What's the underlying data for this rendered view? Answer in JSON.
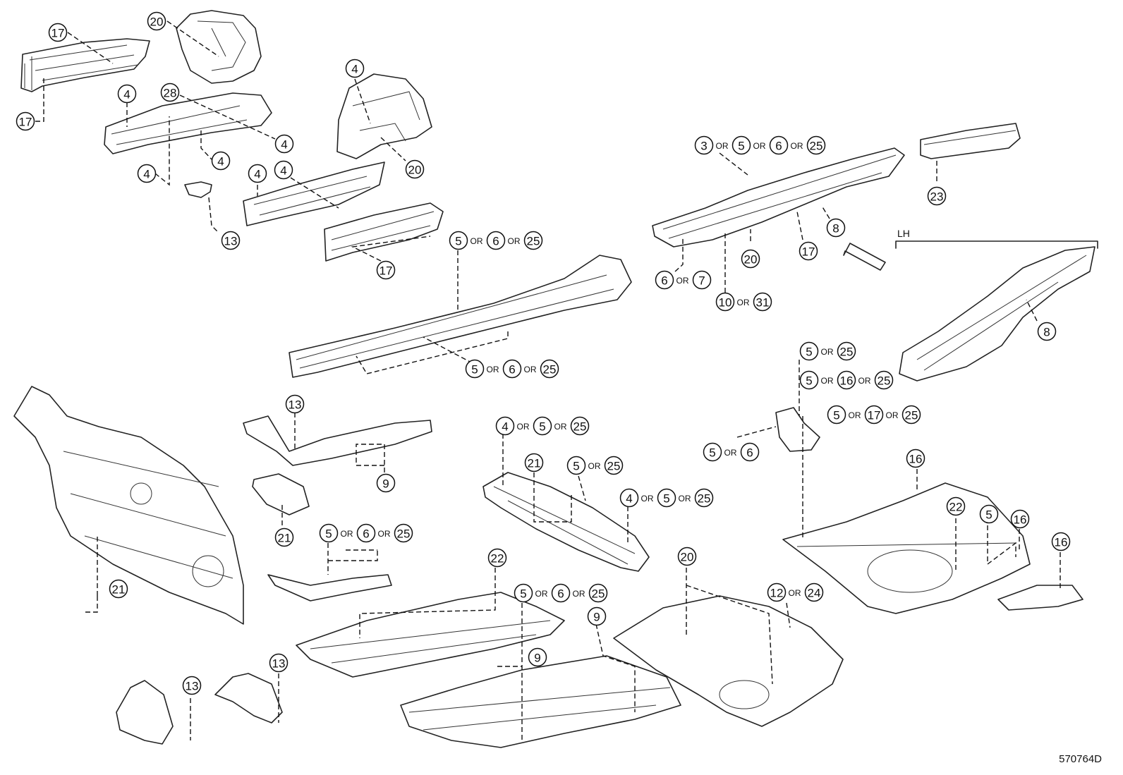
{
  "figure_code": "570764D",
  "side_label": "LH",
  "callouts": [
    {
      "id": "c1",
      "parts": [
        "17"
      ]
    },
    {
      "id": "c2",
      "parts": [
        "20"
      ]
    },
    {
      "id": "c3",
      "parts": [
        "17"
      ]
    },
    {
      "id": "c4",
      "parts": [
        "4"
      ]
    },
    {
      "id": "c5",
      "parts": [
        "28"
      ]
    },
    {
      "id": "c6",
      "parts": [
        "4"
      ]
    },
    {
      "id": "c7",
      "parts": [
        "4"
      ]
    },
    {
      "id": "c8",
      "parts": [
        "4"
      ]
    },
    {
      "id": "c9",
      "parts": [
        "4"
      ]
    },
    {
      "id": "c10",
      "parts": [
        "20"
      ]
    },
    {
      "id": "c11",
      "parts": [
        "4"
      ]
    },
    {
      "id": "c12",
      "parts": [
        "4"
      ]
    },
    {
      "id": "c13",
      "parts": [
        "13"
      ]
    },
    {
      "id": "c14",
      "parts": [
        "17"
      ]
    },
    {
      "id": "c15",
      "parts": [
        "5",
        "6",
        "25"
      ]
    },
    {
      "id": "c16",
      "parts": [
        "5",
        "6",
        "25"
      ]
    },
    {
      "id": "c17",
      "parts": [
        "3",
        "5",
        "6",
        "25"
      ]
    },
    {
      "id": "c18",
      "parts": [
        "23"
      ]
    },
    {
      "id": "c19",
      "parts": [
        "8"
      ]
    },
    {
      "id": "c20",
      "parts": [
        "20"
      ]
    },
    {
      "id": "c21",
      "parts": [
        "17"
      ]
    },
    {
      "id": "c22",
      "parts": [
        "6",
        "7"
      ]
    },
    {
      "id": "c23",
      "parts": [
        "10",
        "31"
      ]
    },
    {
      "id": "c24",
      "parts": [
        "8"
      ]
    },
    {
      "id": "c25",
      "parts": [
        "5",
        "25"
      ]
    },
    {
      "id": "c26",
      "parts": [
        "5",
        "16",
        "25"
      ]
    },
    {
      "id": "c27",
      "parts": [
        "5",
        "17",
        "25"
      ]
    },
    {
      "id": "c28",
      "parts": [
        "5",
        "6"
      ]
    },
    {
      "id": "c29",
      "parts": [
        "13"
      ]
    },
    {
      "id": "c30",
      "parts": [
        "9"
      ]
    },
    {
      "id": "c31",
      "parts": [
        "21"
      ]
    },
    {
      "id": "c32",
      "parts": [
        "4",
        "5",
        "25"
      ]
    },
    {
      "id": "c33",
      "parts": [
        "21"
      ]
    },
    {
      "id": "c34",
      "parts": [
        "5",
        "25"
      ]
    },
    {
      "id": "c35",
      "parts": [
        "4",
        "5",
        "25"
      ]
    },
    {
      "id": "c36",
      "parts": [
        "5",
        "6",
        "25"
      ]
    },
    {
      "id": "c37",
      "parts": [
        "16"
      ]
    },
    {
      "id": "c38",
      "parts": [
        "22"
      ]
    },
    {
      "id": "c39",
      "parts": [
        "5"
      ]
    },
    {
      "id": "c40",
      "parts": [
        "16"
      ]
    },
    {
      "id": "c41",
      "parts": [
        "16"
      ]
    },
    {
      "id": "c42",
      "parts": [
        "21"
      ]
    },
    {
      "id": "c43",
      "parts": [
        "22"
      ]
    },
    {
      "id": "c44",
      "parts": [
        "5",
        "6",
        "25"
      ]
    },
    {
      "id": "c45",
      "parts": [
        "9"
      ]
    },
    {
      "id": "c46",
      "parts": [
        "20"
      ]
    },
    {
      "id": "c47",
      "parts": [
        "12",
        "24"
      ]
    },
    {
      "id": "c48",
      "parts": [
        "9"
      ]
    },
    {
      "id": "c49",
      "parts": [
        "13"
      ]
    },
    {
      "id": "c50",
      "parts": [
        "13"
      ]
    }
  ],
  "connector_word": "OR"
}
